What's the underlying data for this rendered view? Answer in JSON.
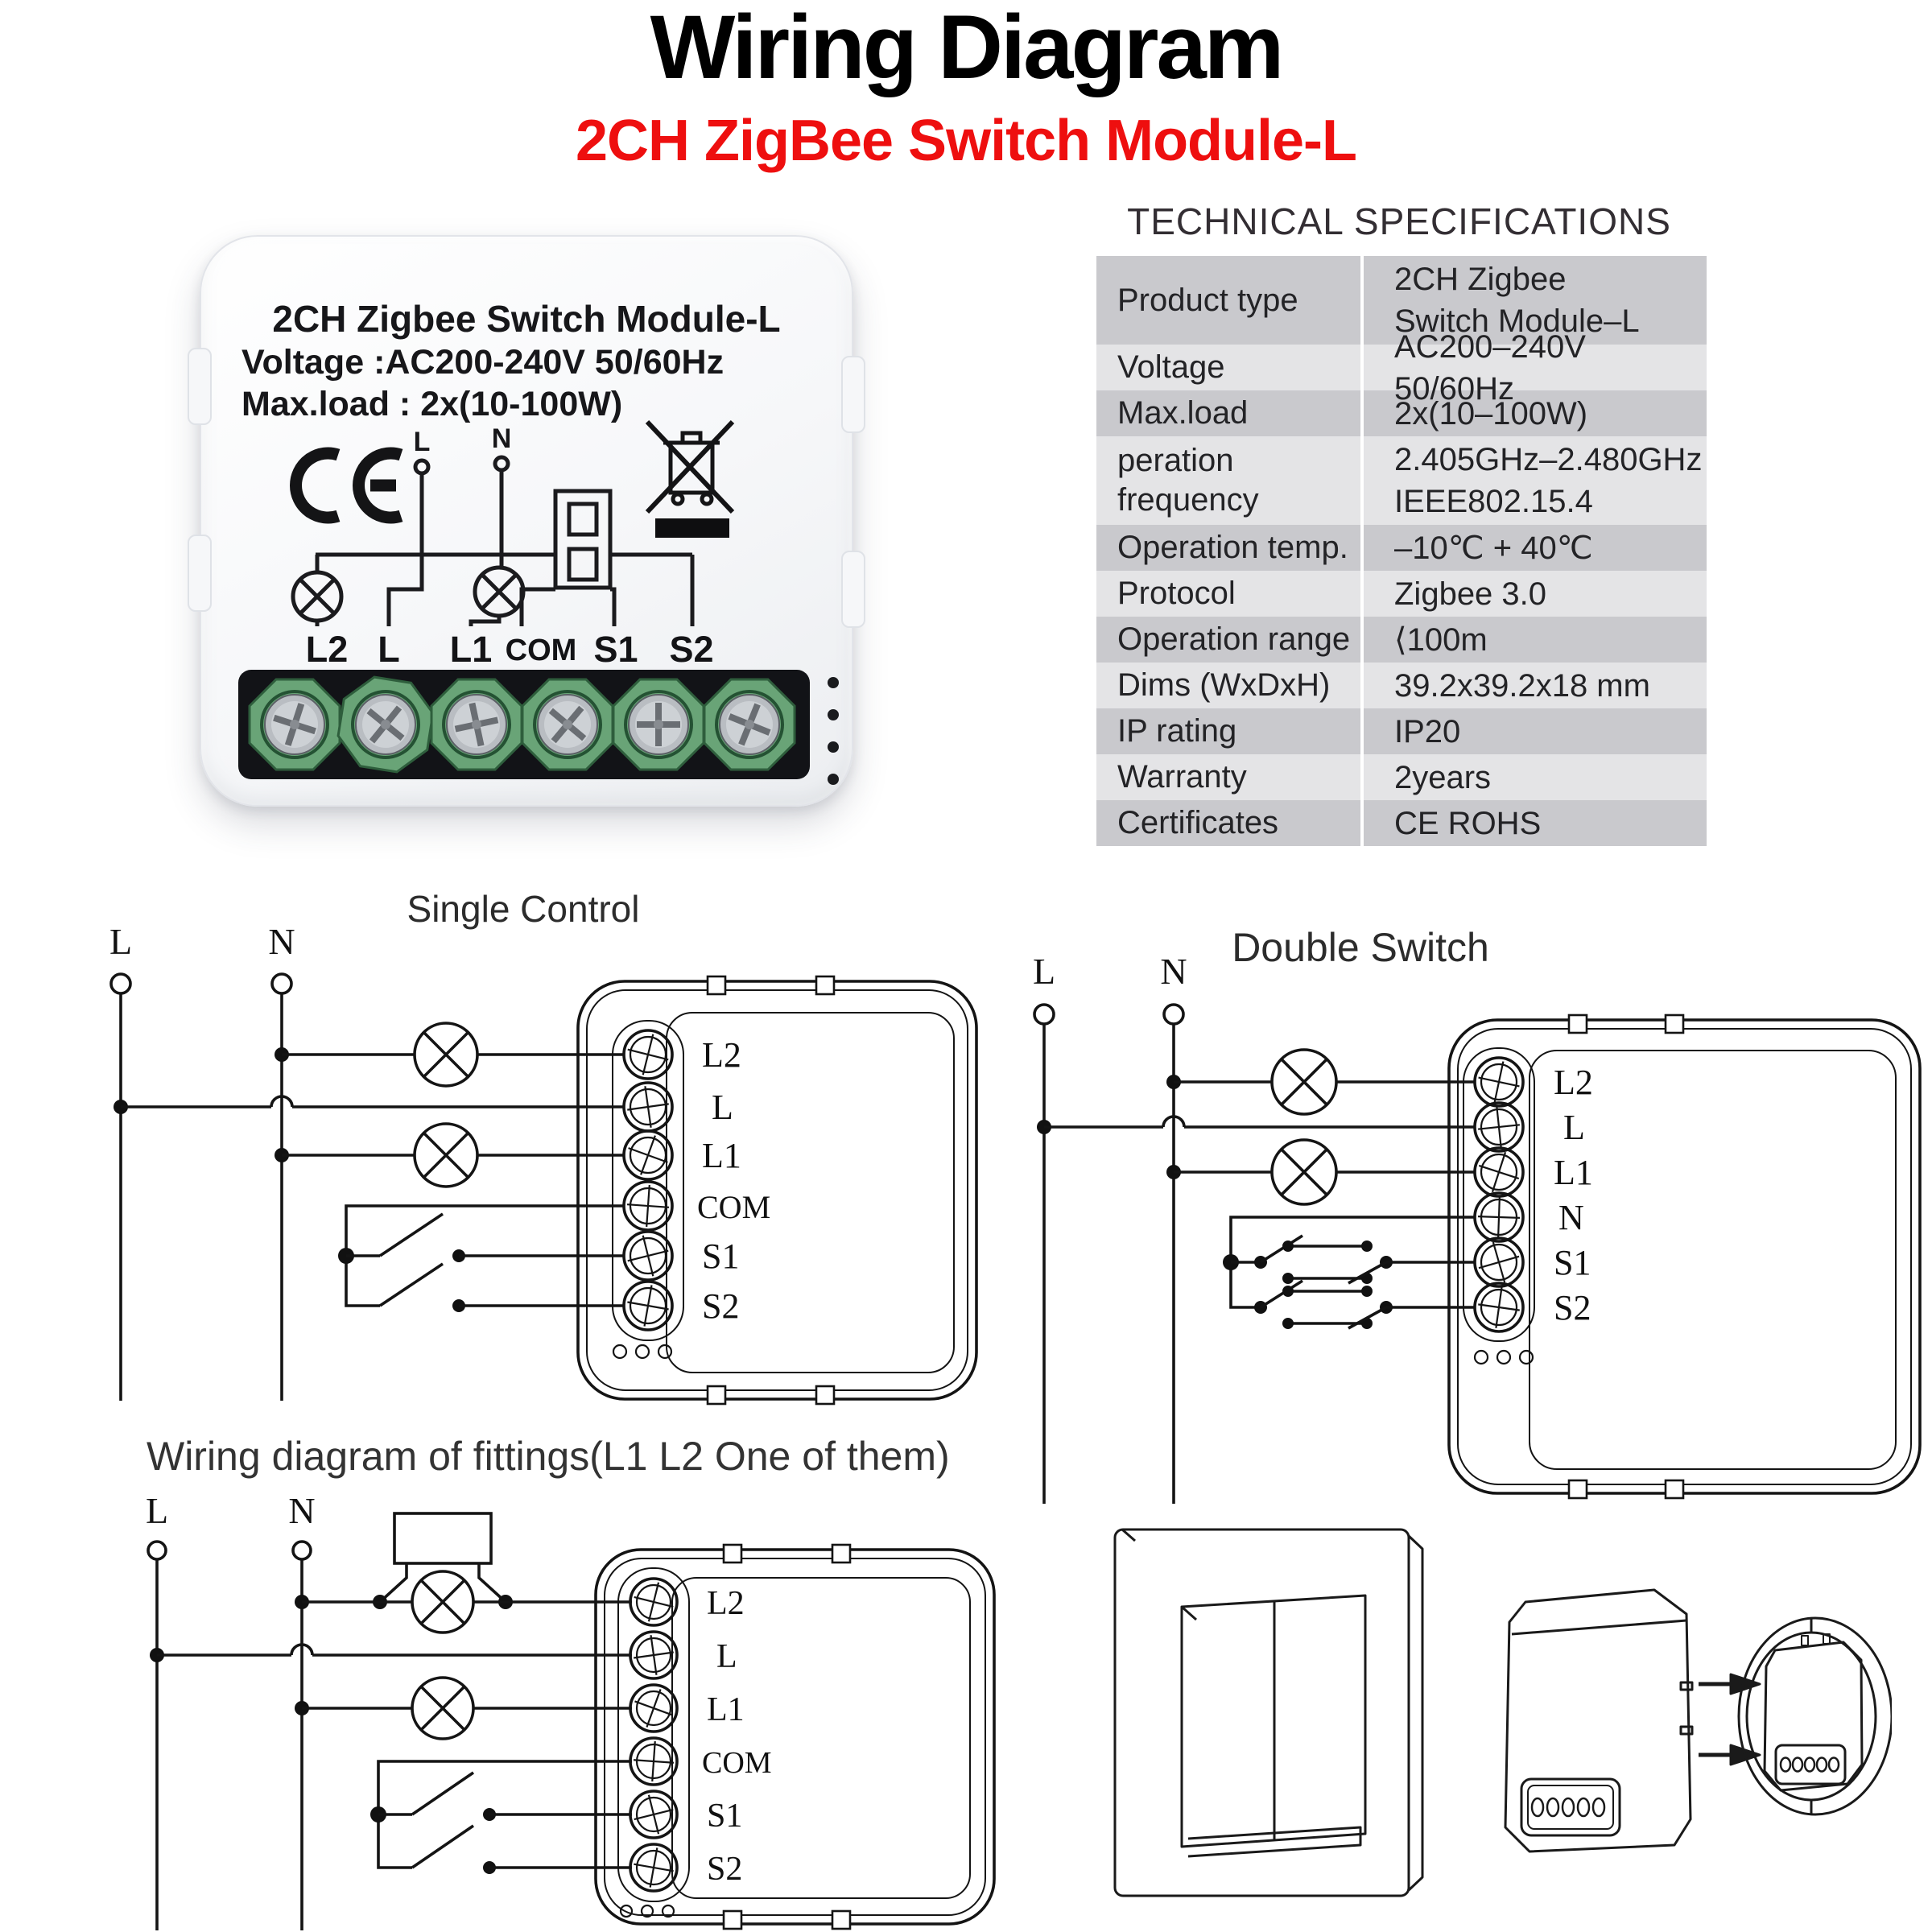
{
  "header": {
    "title": "Wiring Diagram",
    "subtitle": "2CH ZigBee Switch Module-L"
  },
  "colors": {
    "accent_red": "#ee0f0f",
    "table_row_dark": "#c9c9cd",
    "table_row_light": "#e4e4e6",
    "terminal_green": "#69a477",
    "line_black": "#141414"
  },
  "photo": {
    "label_line1": "2CH Zigbee Switch Module-L",
    "label_line2": "Voltage :AC200-240V 50/60Hz",
    "label_line3": "Max.load : 2x(10-100W)",
    "print_l": "L",
    "print_n": "N",
    "terminal_labels": [
      "L2",
      "L",
      "L1",
      "COM",
      "S1",
      "S2"
    ]
  },
  "specs": {
    "heading": "TECHNICAL SPECIFICATIONS",
    "rows": [
      {
        "label": "Product type",
        "value": "2CH Zigbee",
        "value2": "Switch Module–L"
      },
      {
        "label": "Voltage",
        "value": "AC200–240V 50/60Hz"
      },
      {
        "label": "Max.load",
        "value": "2x(10–100W)"
      },
      {
        "label": "peration",
        "label2": "frequency",
        "value": "2.405GHz–2.480GHz",
        "value2": "IEEE802.15.4"
      },
      {
        "label": "Operation temp.",
        "value": "–10℃ + 40℃"
      },
      {
        "label": "Protocol",
        "value": "Zigbee  3.0"
      },
      {
        "label": "Operation range",
        "value": "⟨100m"
      },
      {
        "label": "Dims (WxDxH)",
        "value": "39.2x39.2x18 mm"
      },
      {
        "label": "IP rating",
        "value": "IP20"
      },
      {
        "label": "Warranty",
        "value": "2years"
      },
      {
        "label": "Certificates",
        "value": "CE ROHS"
      }
    ]
  },
  "diagrams": {
    "single": {
      "title": "Single Control",
      "l": "L",
      "n": "N",
      "terminals": [
        "L2",
        "L",
        "L1",
        "COM",
        "S1",
        "S2"
      ]
    },
    "double": {
      "title": "Double Switch",
      "l": "L",
      "n": "N",
      "terminals": [
        "L2",
        "L",
        "L1",
        "N",
        "S1",
        "S2"
      ]
    },
    "fittings": {
      "title": "Wiring diagram of fittings(L1 L2 One of them)",
      "l": "L",
      "n": "N",
      "terminals": [
        "L2",
        "L",
        "L1",
        "COM",
        "S1",
        "S2"
      ]
    }
  }
}
